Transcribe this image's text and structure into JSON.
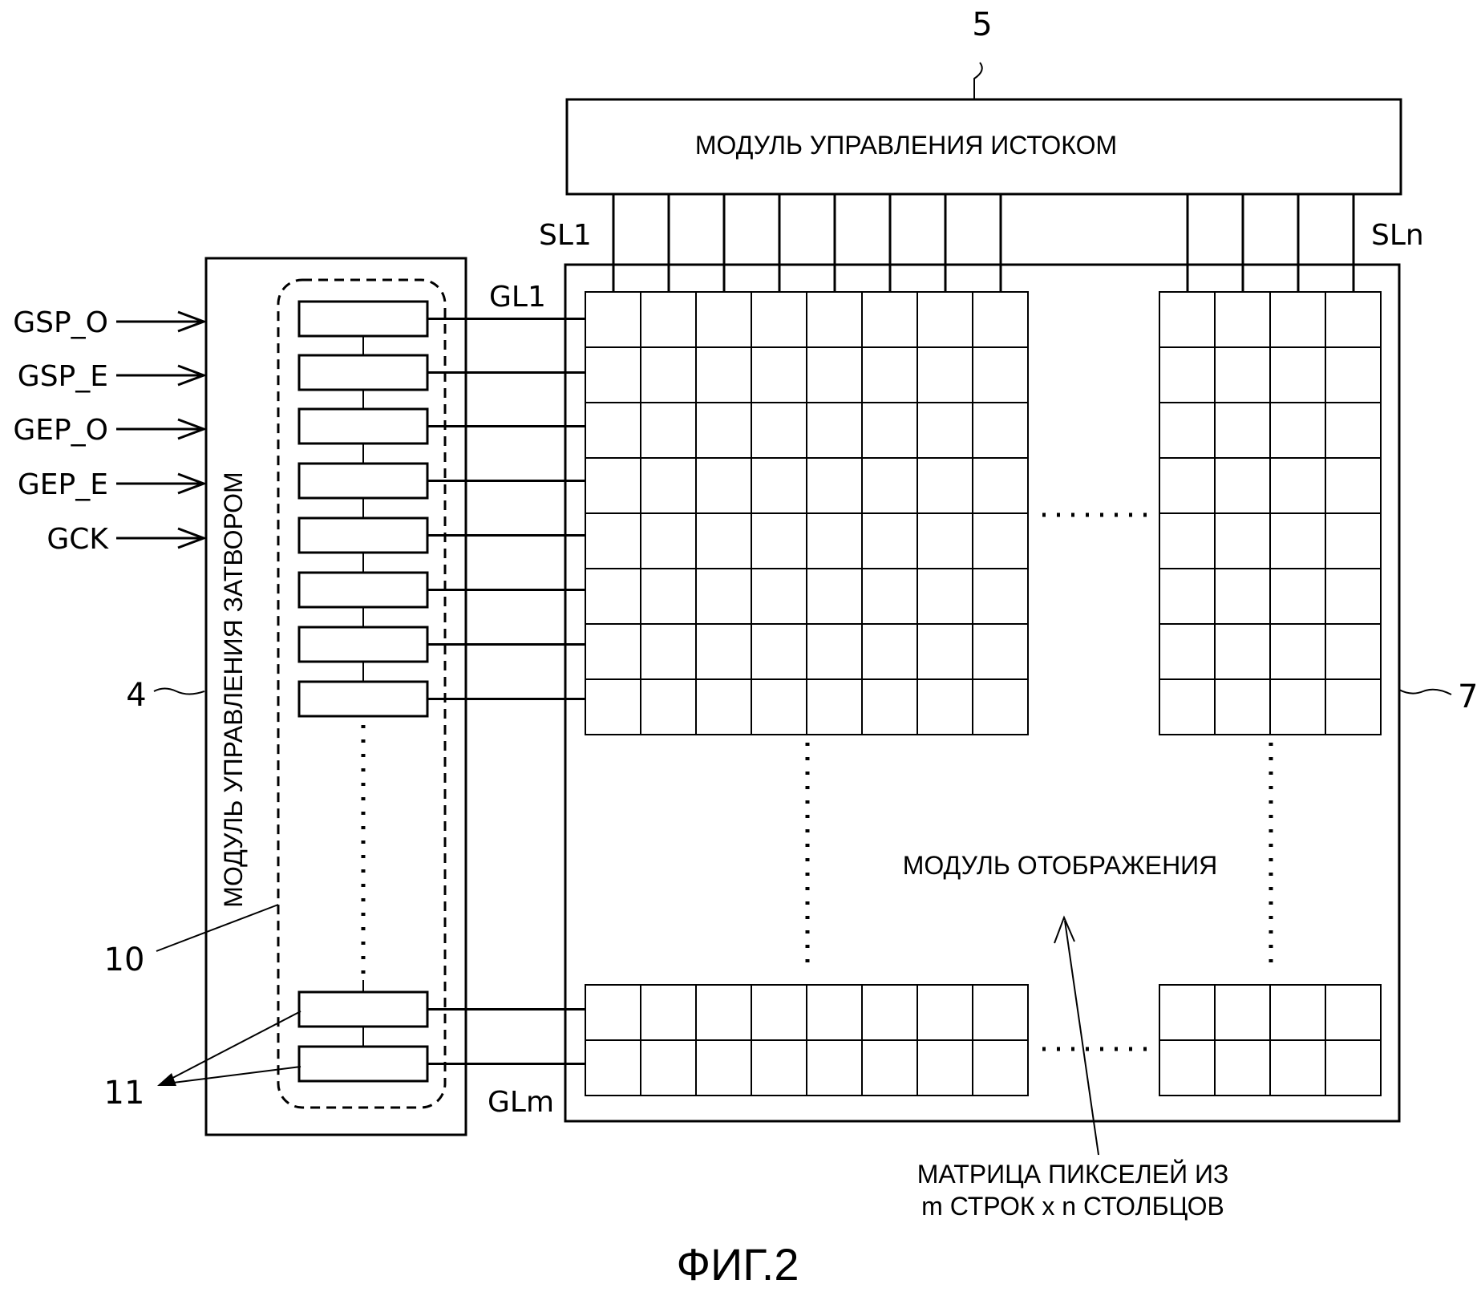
{
  "labels": {
    "source_module": "МОДУЛЬ УПРАВЛЕНИЯ ИСТОКОМ",
    "gate_module": "МОДУЛЬ УПРАВЛЕНИЯ ЗАТВОРОМ",
    "display_module": "МОДУЛЬ ОТОБРАЖЕНИЯ",
    "matrix_line1": "МАТРИЦА ПИКСЕЛЕЙ ИЗ",
    "matrix_line2": "m СТРОК x n СТОЛБЦОВ",
    "figure": "ФИГ.2",
    "sl1": "SL1",
    "sln": "SLn",
    "gl1": "GL1",
    "glm": "GLm"
  },
  "refs": {
    "source": "5",
    "gate": "4",
    "display": "7",
    "shift_register": "10",
    "stages": "11"
  },
  "signals": [
    "GSP_O",
    "GSP_E",
    "GEP_O",
    "GEP_E",
    "GCK"
  ]
}
